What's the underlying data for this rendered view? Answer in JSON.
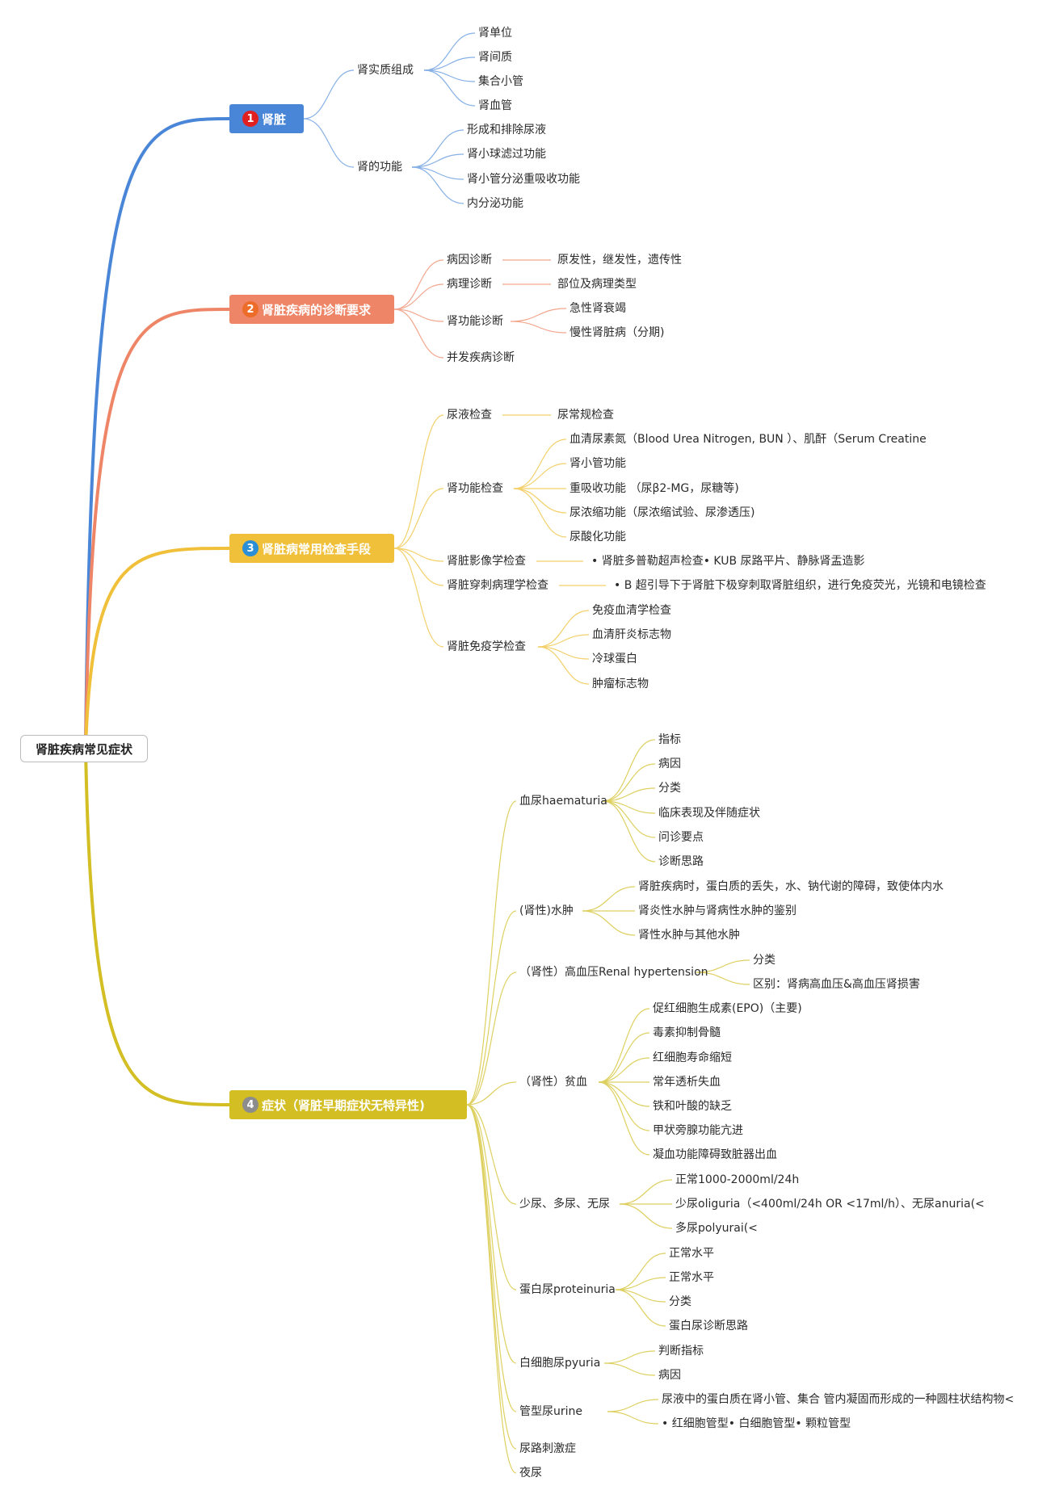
{
  "root": "肾脏疾病常见症状",
  "colors": {
    "b1": "#4a86d8",
    "b2": "#ee8566",
    "b3": "#f0c03a",
    "b4": "#d3be24",
    "badge1": "#e02020",
    "badge2": "#ee6c2a",
    "badge3": "#2a8fd6",
    "badge4": "#8c8c8c"
  },
  "branches": [
    {
      "badge": "1",
      "label": "肾脏"
    },
    {
      "badge": "2",
      "label": "肾脏疾病的诊断要求"
    },
    {
      "badge": "3",
      "label": "肾脏病常用检查手段"
    },
    {
      "badge": "4",
      "label": "症状（肾脏早期症状无特异性)"
    }
  ],
  "texts": [
    "肾实质组成",
    "肾单位",
    "肾间质",
    "集合小管",
    "肾血管",
    "肾的功能",
    "形成和排除尿液",
    "肾小球滤过功能",
    "肾小管分泌重吸收功能",
    "内分泌功能",
    "病因诊断",
    "原发性，继发性，遗传性",
    "病理诊断",
    "部位及病理类型",
    "肾功能诊断",
    "急性肾衰竭",
    "慢性肾脏病（分期)",
    "并发疾病诊断",
    "尿液检查",
    "尿常规检查",
    "肾功能检查",
    "血清尿素氮（Blood Urea Nitrogen, BUN ）、肌酐（Serum Creatine",
    "肾小管功能",
    "重吸收功能 （尿β2-MG，尿糖等)",
    "尿浓缩功能（尿浓缩试验、尿渗透压)",
    "尿酸化功能",
    "肾脏影像学检查",
    "• 肾脏多普勒超声检查• KUB 尿路平片、静脉肾盂造影",
    "肾脏穿刺病理学检查",
    "• B 超引导下于肾脏下极穿刺取肾脏组织，进行免疫荧光，光镜和电镜检查",
    "肾脏免疫学检查",
    "免疫血清学检查",
    "血清肝炎标志物",
    "冷球蛋白",
    "肿瘤标志物",
    "血尿haematuria",
    "指标",
    "病因",
    "分类",
    "临床表现及伴随症状",
    "问诊要点",
    "诊断思路",
    "(肾性)水肿",
    "肾脏疾病时，蛋白质的丢失，水、钠代谢的障碍，致使体内水",
    "肾炎性水肿与肾病性水肿的鉴别",
    "肾性水肿与其他水肿",
    "（肾性）高血压Renal hypertension",
    "分类",
    "区别：肾病高血压&高血压肾损害",
    "（肾性）贫血",
    "促红细胞生成素(EPO)（主要)",
    "毒素抑制骨髓",
    "红细胞寿命缩短",
    "常年透析失血",
    "铁和叶酸的缺乏",
    "甲状旁腺功能亢进",
    "凝血功能障碍致脏器出血",
    "少尿、多尿、无尿",
    "正常1000-2000ml/24h",
    "少尿oliguria（<400ml/24h OR <17ml/h）、无尿anuria(<",
    "多尿polyurai(<",
    "蛋白尿proteinuria",
    "正常水平",
    "正常水平",
    "分类",
    "蛋白尿诊断思路",
    "白细胞尿pyuria",
    "判断指标",
    "病因",
    "管型尿urine",
    "尿液中的蛋白质在肾小管、集合 管内凝固而形成的一种圆柱状结构物<",
    "• 红细胞管型• 白细胞管型• 颗粒管型",
    "尿路刺激症",
    "夜尿"
  ]
}
